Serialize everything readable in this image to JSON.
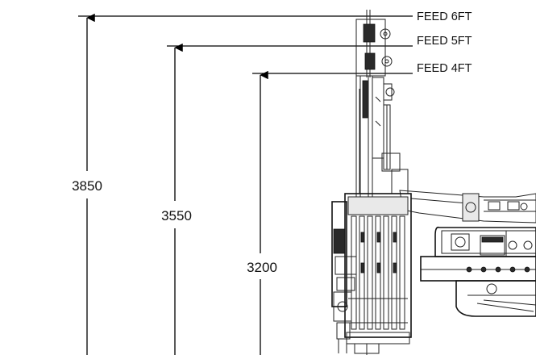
{
  "dimensions": [
    {
      "label": "3850"
    },
    {
      "label": "3550"
    },
    {
      "label": "3200"
    }
  ],
  "feeds": [
    {
      "label": "FEED 6FT"
    },
    {
      "label": "FEED 5FT"
    },
    {
      "label": "FEED 4FT"
    }
  ]
}
